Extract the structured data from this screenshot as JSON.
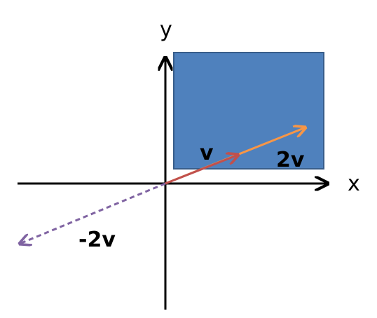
{
  "axes": {
    "x_label": "x",
    "y_label": "y"
  },
  "vectors": {
    "v_label": "v",
    "two_v_label": "2v",
    "neg_two_v_label": "-2v"
  },
  "colors": {
    "region_fill": "#4f81bd",
    "region_stroke": "#385d8a",
    "v_color": "#c0504d",
    "two_v_color": "#f79646",
    "neg_two_v_color": "#8064a2",
    "axis_color": "#000000"
  }
}
